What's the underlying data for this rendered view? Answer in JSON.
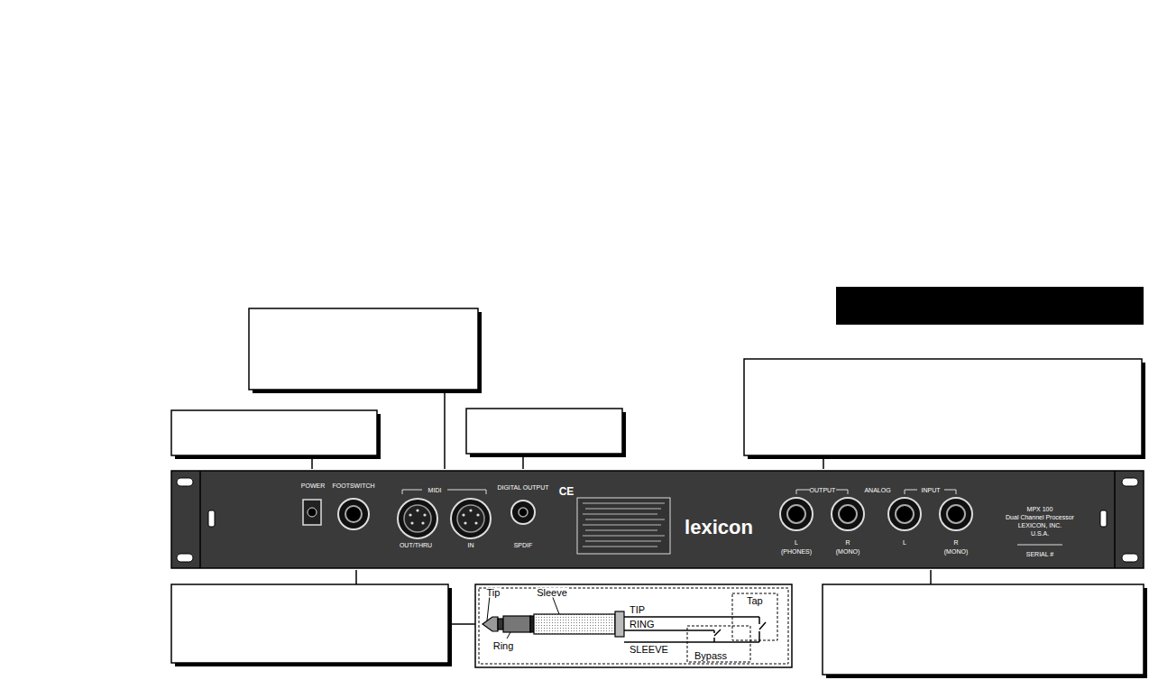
{
  "diagram": {
    "labels": [
      "POWER",
      "FOOTSWITCH",
      "MIDI",
      "OUT/THRU",
      "IN",
      "DIGITAL OUTPUT",
      "SPDIF",
      "CE",
      "lexicon",
      "OUTPUT",
      "ANALOG",
      "INPUT",
      "L",
      "(PHONES)",
      "R",
      "(MONO)",
      "L",
      "R",
      "(MONO)",
      "MPX 100",
      "Dual Channel Processor",
      "LEXICON, INC.",
      "U.S.A.",
      "SERIAL #",
      "Tip",
      "Sleeve",
      "Ring",
      "TIP",
      "RING",
      "SLEEVE",
      "Tap",
      "Bypass"
    ]
  }
}
